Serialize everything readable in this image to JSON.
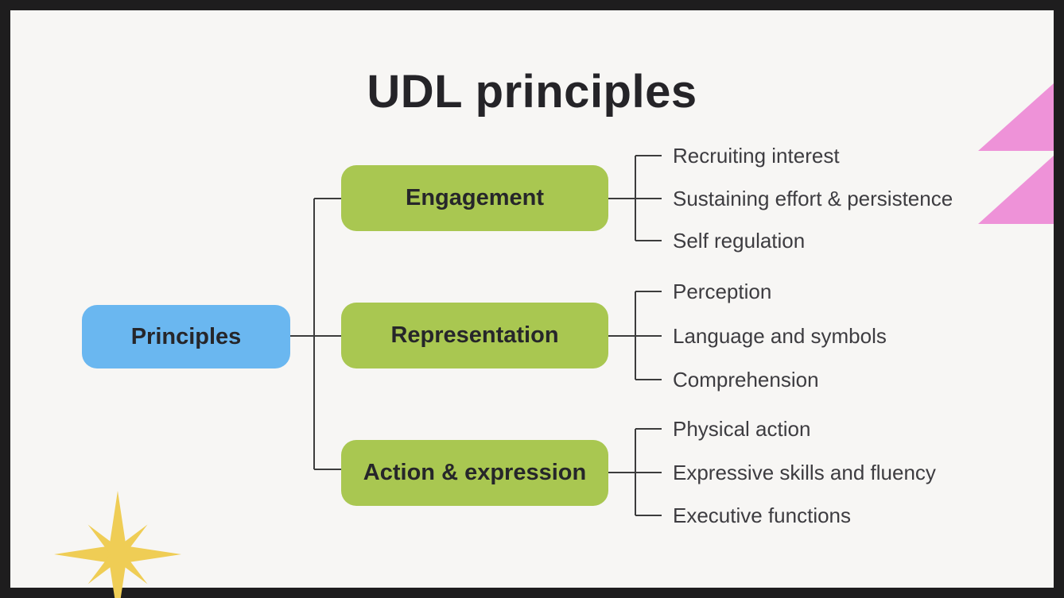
{
  "title": "UDL principles",
  "tree": {
    "root": {
      "label": "Principles"
    },
    "branches": [
      {
        "label": "Engagement",
        "children": [
          "Recruiting interest",
          "Sustaining effort & persistence",
          "Self regulation"
        ]
      },
      {
        "label": "Representation",
        "children": [
          "Perception",
          "Language and symbols",
          "Comprehension"
        ]
      },
      {
        "label": "Action & expression",
        "children": [
          "Physical action",
          "Expressive skills and fluency",
          "Executive functions"
        ]
      }
    ]
  },
  "decorations": {
    "top_right": "pink-triangles-icon",
    "bottom_left": "yellow-sparkle-star-icon"
  },
  "colors": {
    "frame": "#1E1D1E",
    "slide-bg": "#F7F6F4",
    "root-fill": "#6AB7F0",
    "branch-fill": "#A9C751",
    "line": "#3C3C3C",
    "title-text": "#252428",
    "node-text": "#26262A",
    "leaf-text": "#3D3C40",
    "pink": "#EE92D8",
    "yellow": "#EFCD55"
  }
}
